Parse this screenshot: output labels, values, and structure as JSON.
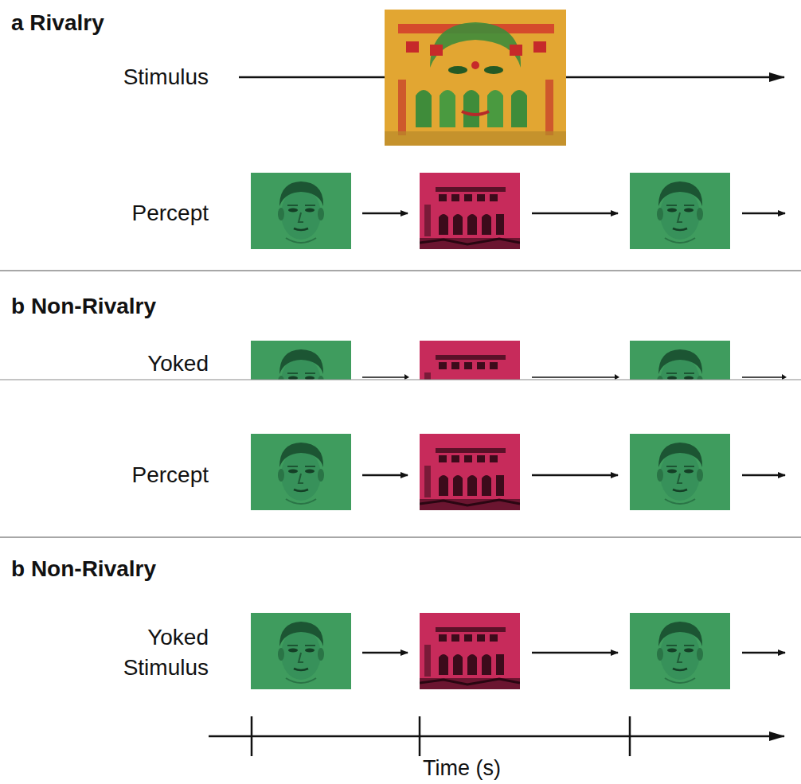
{
  "diagram": {
    "labels": [
      "a Rivalry",
      "Stimulus",
      "Percept",
      "b Non-Rivalry",
      "Yoked",
      "Percept",
      "b Non-Rivalry",
      "Yoked Stimulus",
      "Time (s)"
    ]
  }
}
